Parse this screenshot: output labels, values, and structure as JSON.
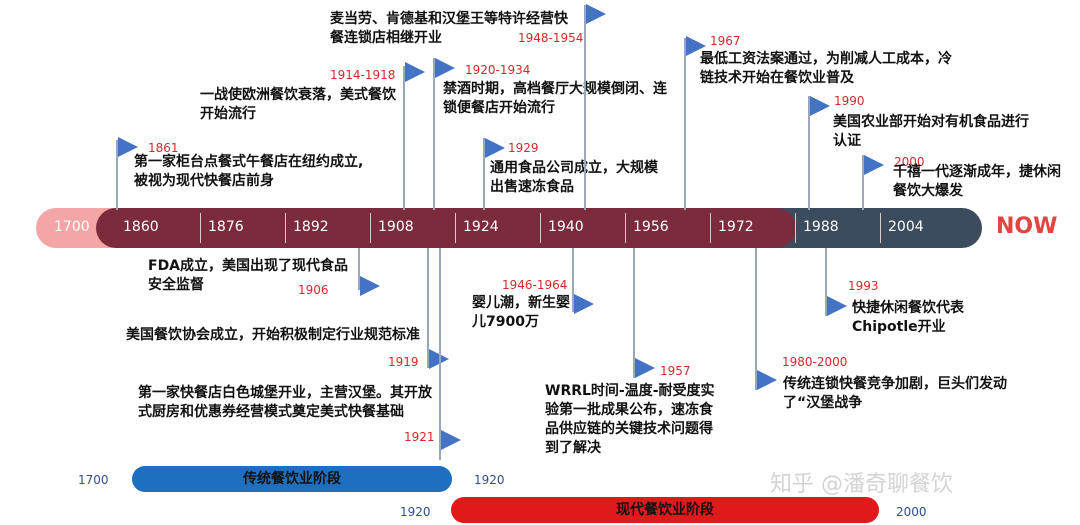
{
  "axis": {
    "start": "1700",
    "ticks": [
      "1860",
      "1876",
      "1892",
      "1908",
      "1924",
      "1940",
      "1956",
      "1972",
      "1988",
      "2004"
    ],
    "now": "NOW"
  },
  "events_top": [
    {
      "year": "1861",
      "text": "第一家柜台点餐式午餐店在纽约成立,被视为现代快餐店前身"
    },
    {
      "year": "1914-1918",
      "text": "一战使欧洲餐饮衰落，美式餐饮开始流行"
    },
    {
      "year": "1920-1934",
      "text": "禁酒时期，高档餐厅大规模倒闭、连锁便餐店开始流行"
    },
    {
      "year": "1929",
      "text": "通用食品公司成立，大规模出售速冻食品"
    },
    {
      "year": "1948-1954",
      "text": "麦当劳、肯德基和汉堡王等特许经营快餐连锁店相继开业"
    },
    {
      "year": "1967",
      "text": "最低工资法案通过，为削减人工成本，冷链技术开始在餐饮业普及"
    },
    {
      "year": "1990",
      "text": "美国农业部开始对有机食品进行认证"
    },
    {
      "year": "2000",
      "text": "千禧一代逐渐成年，捷休闲餐饮大爆发"
    }
  ],
  "events_bottom": [
    {
      "year": "1906",
      "text": "FDA成立，美国出现了现代食品安全监督"
    },
    {
      "year": "1919",
      "text": "美国餐饮协会成立，开始积极制定行业规范标准"
    },
    {
      "year": "1921",
      "text": "第一家快餐店白色城堡开业，主营汉堡。其开放式厨房和优惠券经营模式奠定美式快餐基础"
    },
    {
      "year": "1946-1964",
      "text": "婴儿潮，新生婴儿7900万"
    },
    {
      "year": "1957",
      "text": "WRRL时间-温度-耐受度实验第一批成果公布，速冻食品供应链的关键技术问题得到了解决"
    },
    {
      "year": "1980-2000",
      "text": "传统连锁快餐竞争加剧，巨头们发动了“汉堡战争"
    },
    {
      "year": "1993",
      "text": "快捷休闲餐饮代表Chipotle开业"
    }
  ],
  "stages": [
    {
      "label": "传统餐饮业阶段",
      "start": "1700",
      "end": "1920",
      "color": "#1f6fbf"
    },
    {
      "label": "现代餐饮业阶段",
      "start": "1920",
      "end": "2000",
      "color": "#e01a1a"
    }
  ],
  "watermark": "知乎 @潘奇聊餐饮",
  "colors": {
    "flag": "#4472c4",
    "year": "#d42a2a",
    "axis": "#7b2b3c",
    "now": "#e0463f"
  }
}
